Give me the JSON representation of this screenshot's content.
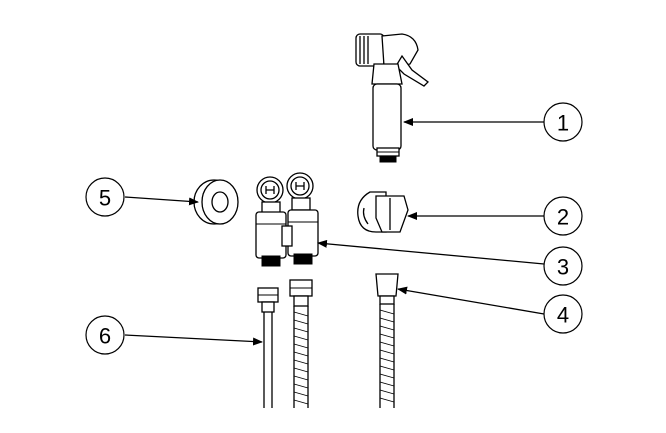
{
  "callouts": [
    {
      "number": "1"
    },
    {
      "number": "2"
    },
    {
      "number": "3"
    },
    {
      "number": "4"
    },
    {
      "number": "5"
    },
    {
      "number": "6"
    }
  ],
  "colors": {
    "line": "#000000",
    "background": "#ffffff"
  }
}
